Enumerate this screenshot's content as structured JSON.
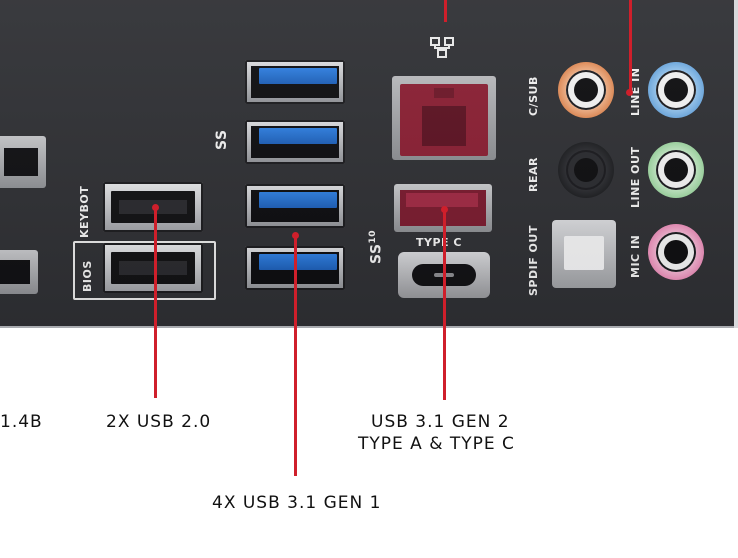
{
  "labels": {
    "keybot": "KEYBOT",
    "bios": "BIOS",
    "ss_usb3": "SS",
    "ss_usb31": "SS",
    "ss10": "10",
    "type_c": "TYPE C",
    "c_sub": "C/SUB",
    "rear": "REAR",
    "spdif_out": "SPDIF OUT",
    "line_in": "LINE IN",
    "line_out": "LINE OUT",
    "mic_in": "MIC IN"
  },
  "captions": {
    "hdmi_partial": "1.4B",
    "usb2": "2X USB 2.0",
    "usb31g2_line1": "USB 3.1 GEN 2",
    "usb31g2_line2": "TYPE A & TYPE C",
    "usb31g1": "4X USB 3.1 GEN 1"
  },
  "colors": {
    "panel": "#2f3034",
    "leader": "#cf1f2b",
    "usb3_blue": "#2f7fe0",
    "usb31g2_red": "#8a1f33",
    "jack_orange": "#f1a06b",
    "jack_black": "#1e1f22",
    "jack_blue": "#7db4e6",
    "jack_green": "#b6e3b8",
    "jack_pink": "#f0a6c8"
  }
}
